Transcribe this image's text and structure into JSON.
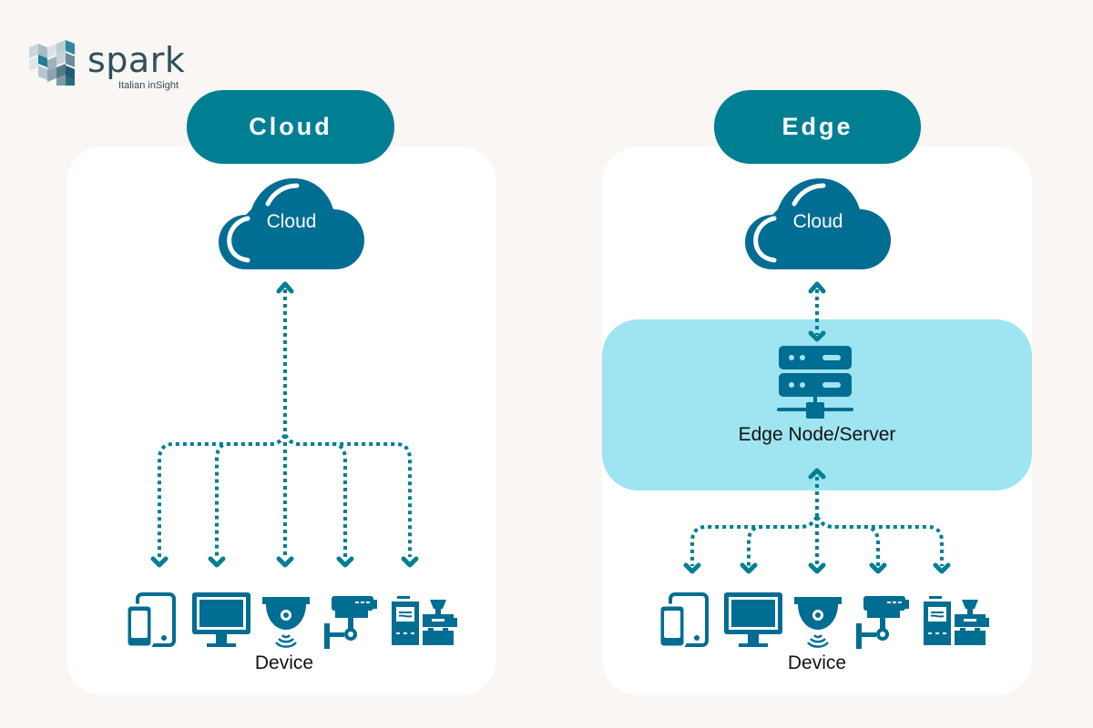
{
  "brand": {
    "name": "spark",
    "tagline": "Italian inSight"
  },
  "colors": {
    "background": "#f9f6f4",
    "panel": "#ffffff",
    "badge": "#007f93",
    "icon": "#006d92",
    "arrow": "#007f93",
    "edge_box": "#9fe4f1"
  },
  "panels": [
    {
      "title": "Cloud",
      "cloud_label": "Cloud",
      "device_label": "Device",
      "devices": [
        "tablet-phone-icon",
        "monitor-icon",
        "dome-camera-icon",
        "security-camera-icon",
        "machine-icon"
      ]
    },
    {
      "title": "Edge",
      "cloud_label": "Cloud",
      "edge_node_label": "Edge Node/Server",
      "device_label": "Device",
      "devices": [
        "tablet-phone-icon",
        "monitor-icon",
        "dome-camera-icon",
        "security-camera-icon",
        "machine-icon"
      ]
    }
  ]
}
